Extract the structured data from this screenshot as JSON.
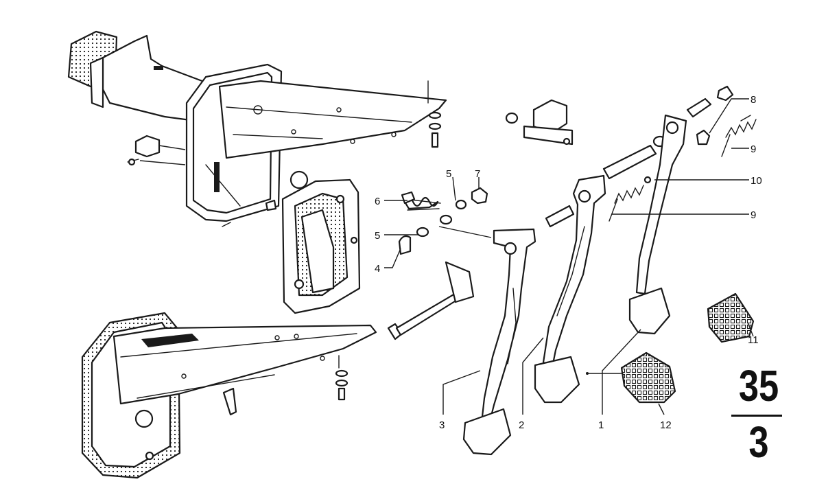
{
  "diagram": {
    "callouts": {
      "c1": "1",
      "c2": "2",
      "c3": "3",
      "c4": "4",
      "c5a": "5",
      "c5b": "5",
      "c6": "6",
      "c7": "7",
      "c8": "8",
      "c9a": "9",
      "c9b": "9",
      "c10": "10",
      "c11": "11",
      "c12": "12"
    },
    "group_number": {
      "main": "35",
      "sub": "3"
    }
  }
}
